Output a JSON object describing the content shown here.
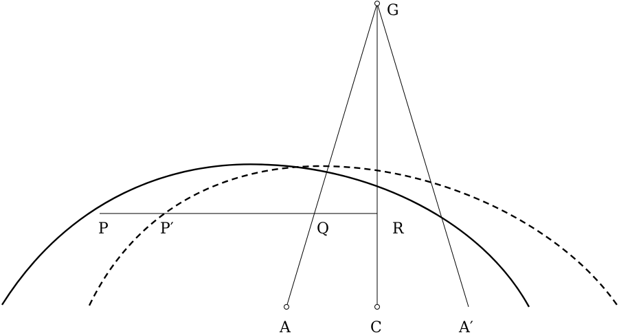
{
  "labels": {
    "G": "G",
    "P": "P",
    "P_prime": "P′",
    "Q": "Q",
    "R": "R",
    "A": "A",
    "C": "C",
    "A_prime": "A′"
  },
  "colors": {
    "stroke": "#000000",
    "background": "#ffffff"
  }
}
